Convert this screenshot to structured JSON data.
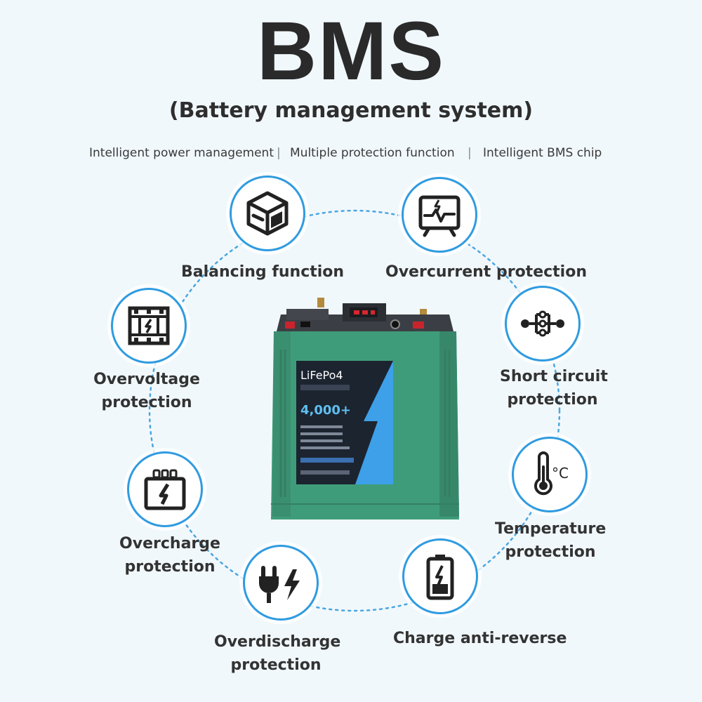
{
  "header": {
    "title": "BMS",
    "subtitle": "(Battery management system)"
  },
  "features": [
    "Intelligent power management",
    "Multiple protection function",
    "Intelligent BMS chip"
  ],
  "separator": "|",
  "protections": [
    {
      "label": "Balancing function",
      "icon": "cube-icon"
    },
    {
      "label": "Overcurrent protection",
      "icon": "waveform-monitor-icon"
    },
    {
      "label_line1": "Short circuit",
      "label_line2": "protection",
      "icon": "circuit-icon"
    },
    {
      "label_line1": "Temperature",
      "label_line2": "protection",
      "icon": "thermometer-icon",
      "unit": "°C"
    },
    {
      "label": "Charge anti-reverse",
      "icon": "battery-icon"
    },
    {
      "label_line1": "Overdischarge",
      "label_line2": "protection",
      "icon": "plug-icon"
    },
    {
      "label_line1": "Overcharge",
      "label_line2": "protection",
      "icon": "charger-icon"
    },
    {
      "label_line1": "Overvoltage",
      "label_line2": "protection",
      "icon": "voltage-box-icon"
    }
  ],
  "battery": {
    "brand": "LiFePo4",
    "cycles": "4,000+"
  },
  "colors": {
    "accent": "#2f9be0",
    "background": "#f1f8fc",
    "battery_green": "#3f9c7a",
    "label_panel": "#1c2430"
  }
}
